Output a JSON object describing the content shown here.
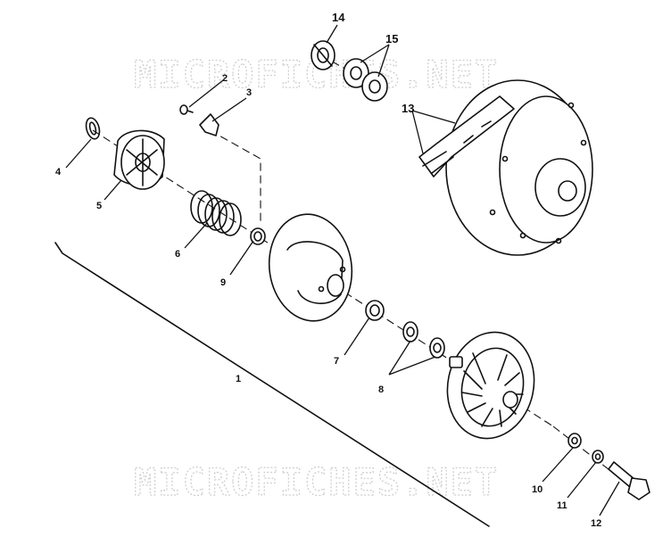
{
  "watermark": {
    "text": "MICROFICHES.NET"
  },
  "callouts": {
    "c1": "1",
    "c2": "2",
    "c3": "3",
    "c4": "4",
    "c5": "5",
    "c6": "6",
    "c7": "7",
    "c8": "8",
    "c9": "9",
    "c10": "10",
    "c11": "11",
    "c12": "12",
    "c13": "13",
    "c14": "14",
    "c15": "15"
  },
  "colors": {
    "ink": "#111111",
    "watermark": "#cfcfcf",
    "paper": "#ffffff"
  }
}
